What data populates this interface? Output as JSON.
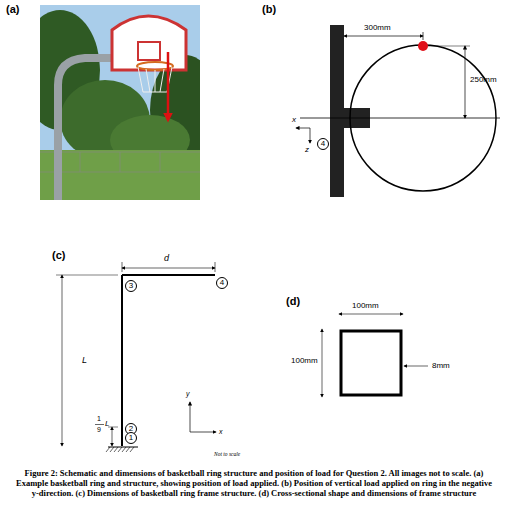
{
  "diagram": {
    "caption": "Figure 2: Schematic and dimensions of basketball ring structure and position of load for Question 2. All images not to scale. (a) Example basketball ring and structure, showing position of load applied. (b) Position of vertical load applied on ring in the negative y-direction. (c) Dimensions of basketball ring frame structure. (d) Cross-sectional shape and dimensions of frame structure",
    "nodes": [
      {
        "text": [
          "4"
        ]
      },
      {
        "text": [
          "3"
        ]
      },
      {
        "text": [
          "4"
        ]
      },
      {
        "text": [
          "2"
        ]
      },
      {
        "text": [
          "1"
        ]
      }
    ],
    "labels": [
      "(a)",
      "(b)",
      "300mm",
      "250mm",
      "x",
      "z",
      "(c)",
      "d",
      "L",
      "1",
      "9",
      "L",
      "y",
      "x",
      "Not to scale",
      "(d)",
      "100mm",
      "100mm",
      "8mm"
    ]
  }
}
